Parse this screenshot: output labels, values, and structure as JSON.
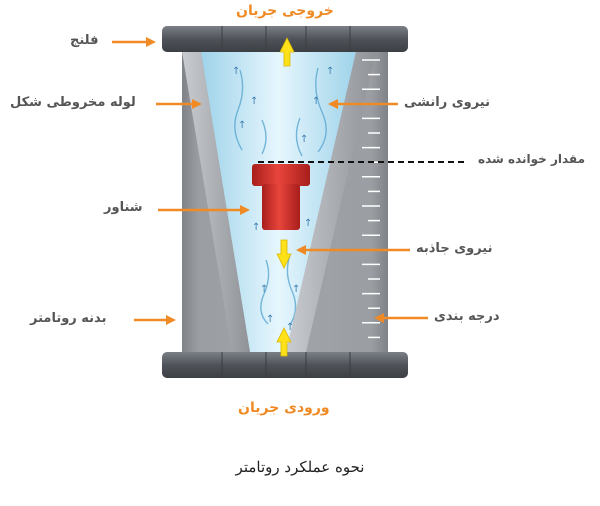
{
  "labels": {
    "outlet": "خروجی جریان",
    "inlet": "ورودی جریان",
    "flange": "فلنج",
    "conical_tube": "لوله مخروطی شکل",
    "lift_force": "نیروی رانشی",
    "reading": "مقدار خوانده شده",
    "float": "شناور",
    "gravity": "نیروی جاذبه",
    "rotameter_body": "بدنه روتامتر",
    "graduation": "درجه بندی"
  },
  "caption": "نحوه عملکرد روتامتر",
  "colors": {
    "arrow_orange": "#f08a24",
    "flow_arrow_yellow": "#ffe11a",
    "float_red": "#d9322c",
    "flange_gray": "#5a5e64",
    "body_gray": "#9a9da2",
    "water_blue": "#bfe3f4",
    "label_gray": "#555555"
  }
}
